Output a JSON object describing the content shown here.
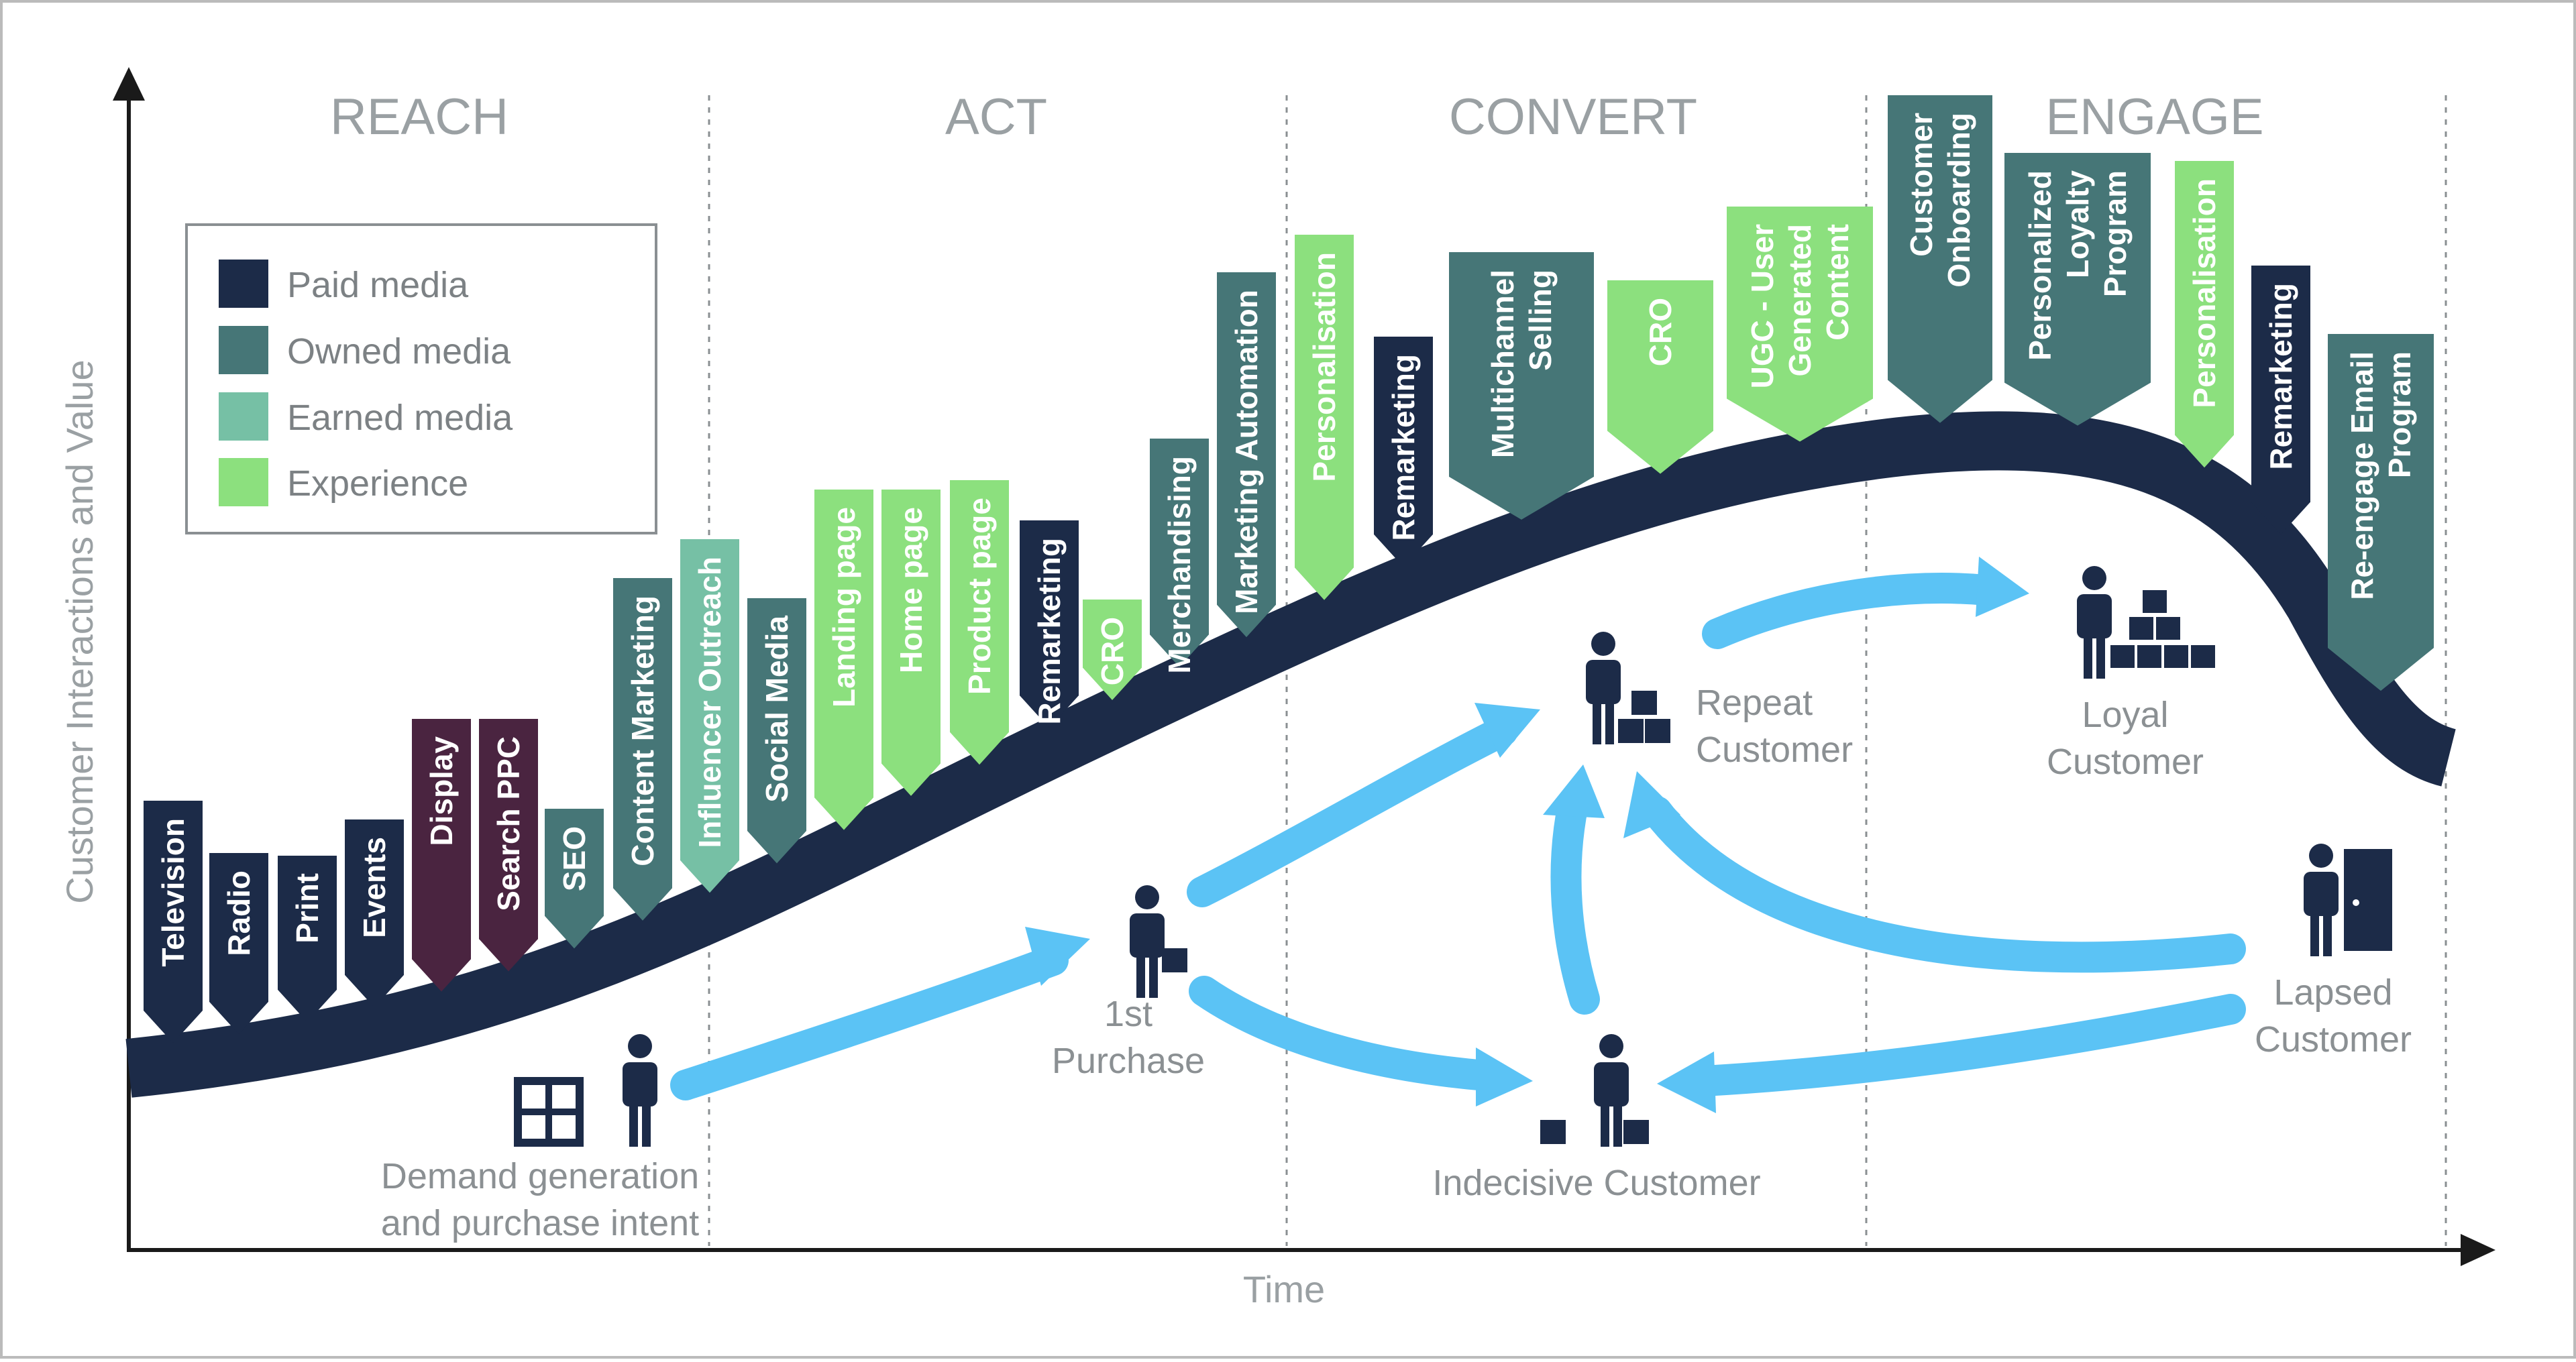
{
  "colors": {
    "paid": "#1c2b48",
    "owned": "#467677",
    "earned": "#76c0a5",
    "experience": "#8ce07e",
    "display": "#4a2440",
    "curve": "#1c2b48",
    "arrow": "#5bc3f5",
    "person": "#1c2b48",
    "axis": "#1a1a1a",
    "divider": "#8a8f92"
  },
  "axes": {
    "x_label": "Time",
    "y_label": "Customer Interactions and Value"
  },
  "phases": [
    "REACH",
    "ACT",
    "CONVERT",
    "ENGAGE"
  ],
  "legend": [
    {
      "label": "Paid media",
      "type": "paid"
    },
    {
      "label": "Owned media",
      "type": "owned"
    },
    {
      "label": "Earned media",
      "type": "earned"
    },
    {
      "label": "Experience",
      "type": "experience"
    }
  ],
  "tags": [
    {
      "lines": [
        "Television"
      ],
      "type": "paid"
    },
    {
      "lines": [
        "Radio"
      ],
      "type": "paid"
    },
    {
      "lines": [
        "Print"
      ],
      "type": "paid"
    },
    {
      "lines": [
        "Events"
      ],
      "type": "paid"
    },
    {
      "lines": [
        "Display"
      ],
      "type": "display"
    },
    {
      "lines": [
        "Search PPC"
      ],
      "type": "display"
    },
    {
      "lines": [
        "SEO"
      ],
      "type": "owned"
    },
    {
      "lines": [
        "Content Marketing"
      ],
      "type": "owned"
    },
    {
      "lines": [
        "Influencer Outreach"
      ],
      "type": "earned"
    },
    {
      "lines": [
        "Social Media"
      ],
      "type": "owned"
    },
    {
      "lines": [
        "Landing page"
      ],
      "type": "experience"
    },
    {
      "lines": [
        "Home page"
      ],
      "type": "experience"
    },
    {
      "lines": [
        "Product page"
      ],
      "type": "experience"
    },
    {
      "lines": [
        "Remarketing"
      ],
      "type": "paid"
    },
    {
      "lines": [
        "CRO"
      ],
      "type": "experience"
    },
    {
      "lines": [
        "Merchandising"
      ],
      "type": "owned"
    },
    {
      "lines": [
        "Marketing Automation"
      ],
      "type": "owned"
    },
    {
      "lines": [
        "Personalisation"
      ],
      "type": "experience"
    },
    {
      "lines": [
        "Remarketing"
      ],
      "type": "paid"
    },
    {
      "lines": [
        "Multichannel",
        "Selling"
      ],
      "type": "owned"
    },
    {
      "lines": [
        "CRO"
      ],
      "type": "experience"
    },
    {
      "lines": [
        "UGC - User",
        "Generated",
        "Content"
      ],
      "type": "experience"
    },
    {
      "lines": [
        "Customer",
        "Onboarding"
      ],
      "type": "owned"
    },
    {
      "lines": [
        "Personalized",
        "Loyalty",
        "Program"
      ],
      "type": "owned"
    },
    {
      "lines": [
        "Personalisation"
      ],
      "type": "experience"
    },
    {
      "lines": [
        "Remarketing"
      ],
      "type": "paid"
    },
    {
      "lines": [
        "Re-engage Email",
        "Program"
      ],
      "type": "owned"
    }
  ],
  "customers": [
    {
      "id": "demand",
      "lines": [
        "Demand generation",
        "and purchase intent"
      ],
      "icon": "window-icon"
    },
    {
      "id": "first",
      "lines": [
        "1st",
        "Purchase"
      ],
      "icon": "box-icon"
    },
    {
      "id": "indecisive",
      "lines": [
        "Indecisive Customer"
      ],
      "icon": "boxes-icon"
    },
    {
      "id": "repeat",
      "lines": [
        "Repeat",
        "Customer"
      ],
      "icon": "boxes-icon"
    },
    {
      "id": "loyal",
      "lines": [
        "Loyal",
        "Customer"
      ],
      "icon": "box-pyramid-icon"
    },
    {
      "id": "lapsed",
      "lines": [
        "Lapsed",
        "Customer"
      ],
      "icon": "door-icon"
    }
  ]
}
